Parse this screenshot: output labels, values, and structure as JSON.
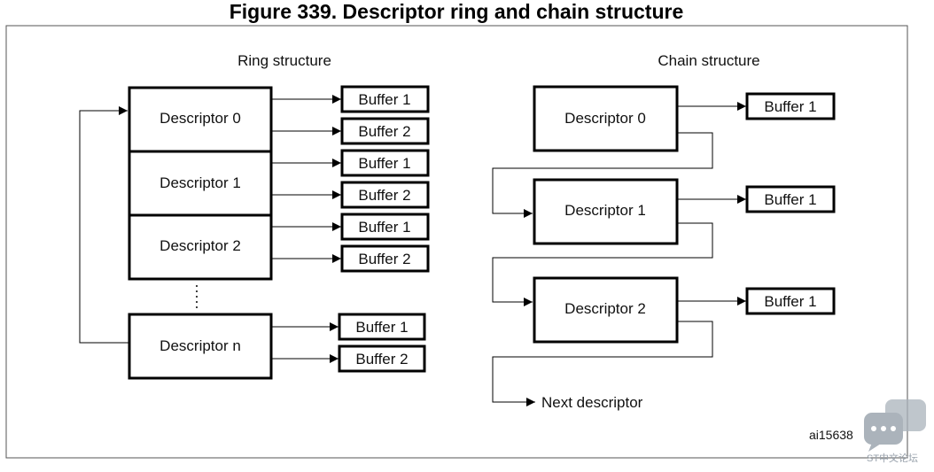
{
  "title": "Figure 339. Descriptor ring and chain structure",
  "ring": {
    "label": "Ring structure",
    "descriptors": [
      {
        "name": "Descriptor 0",
        "buffers": [
          "Buffer 1",
          "Buffer 2"
        ]
      },
      {
        "name": "Descriptor 1",
        "buffers": [
          "Buffer 1",
          "Buffer 2"
        ]
      },
      {
        "name": "Descriptor 2",
        "buffers": [
          "Buffer 1",
          "Buffer 2"
        ]
      },
      {
        "name": "Descriptor n",
        "buffers": [
          "Buffer 1",
          "Buffer 2"
        ]
      }
    ]
  },
  "chain": {
    "label": "Chain structure",
    "descriptors": [
      {
        "name": "Descriptor 0",
        "buffer": "Buffer 1"
      },
      {
        "name": "Descriptor 1",
        "buffer": "Buffer 1"
      },
      {
        "name": "Descriptor 2",
        "buffer": "Buffer 1"
      }
    ],
    "next": "Next descriptor"
  },
  "figure_id": "ai15638",
  "watermark": "ST中文论坛",
  "colors": {
    "stroke": "#000000",
    "frame": "#555555",
    "watermark": "#9aa3ad"
  },
  "icons": {
    "watermark": "chat-bubble-icon"
  }
}
